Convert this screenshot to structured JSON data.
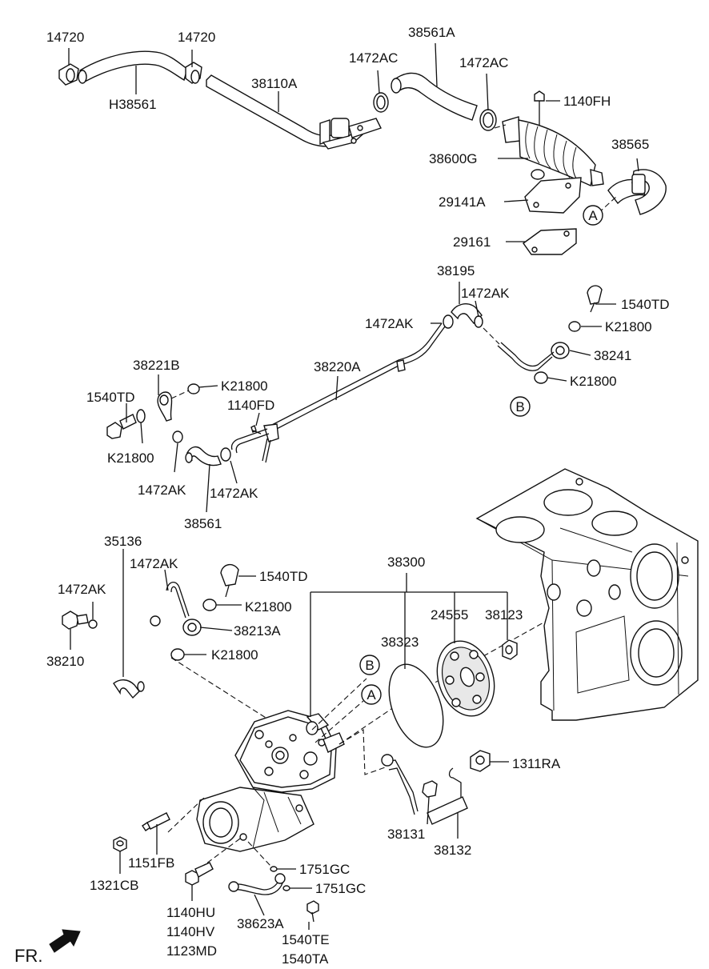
{
  "labels": {
    "l14720_a": "14720",
    "l14720_b": "14720",
    "lH38561": "H38561",
    "l38110A": "38110A",
    "l1472AC_a": "1472AC",
    "l38561A": "38561A",
    "l1472AC_b": "1472AC",
    "l1140FH": "1140FH",
    "l38600G": "38600G",
    "l38565": "38565",
    "l29141A": "29141A",
    "l29161": "29161",
    "l38195": "38195",
    "l1472AK_a": "1472AK",
    "l1472AK_b": "1472AK",
    "l1540TD_a": "1540TD",
    "lK21800_a": "K21800",
    "l38241": "38241",
    "lK21800_b": "K21800",
    "l38221B": "38221B",
    "lK21800_c": "K21800",
    "l38220A": "38220A",
    "l1540TD_b": "1540TD",
    "l1140FD": "1140FD",
    "lK21800_d": "K21800",
    "l1472AK_c": "1472AK",
    "l1472AK_d": "1472AK",
    "l38561": "38561",
    "l35136": "35136",
    "l1472AK_e": "1472AK",
    "l1472AK_f": "1472AK",
    "l1540TD_c": "1540TD",
    "lK21800_e": "K21800",
    "l38213A": "38213A",
    "lK21800_f": "K21800",
    "l38210": "38210",
    "l38300": "38300",
    "l38323": "38323",
    "l24555": "24555",
    "l38123": "38123",
    "l1311RA": "1311RA",
    "l38131": "38131",
    "l38132": "38132",
    "l1151FB": "1151FB",
    "l1321CB": "1321CB",
    "l1751GC_a": "1751GC",
    "l1751GC_b": "1751GC",
    "l1140HU": "1140HU",
    "l1140HV": "1140HV",
    "l1123MD": "1123MD",
    "l38623A": "38623A",
    "l1540TE": "1540TE",
    "l1540TA": "1540TA",
    "fr": "FR."
  },
  "callouts": {
    "a1": "A",
    "b1": "B",
    "a2": "A",
    "b2": "B"
  }
}
